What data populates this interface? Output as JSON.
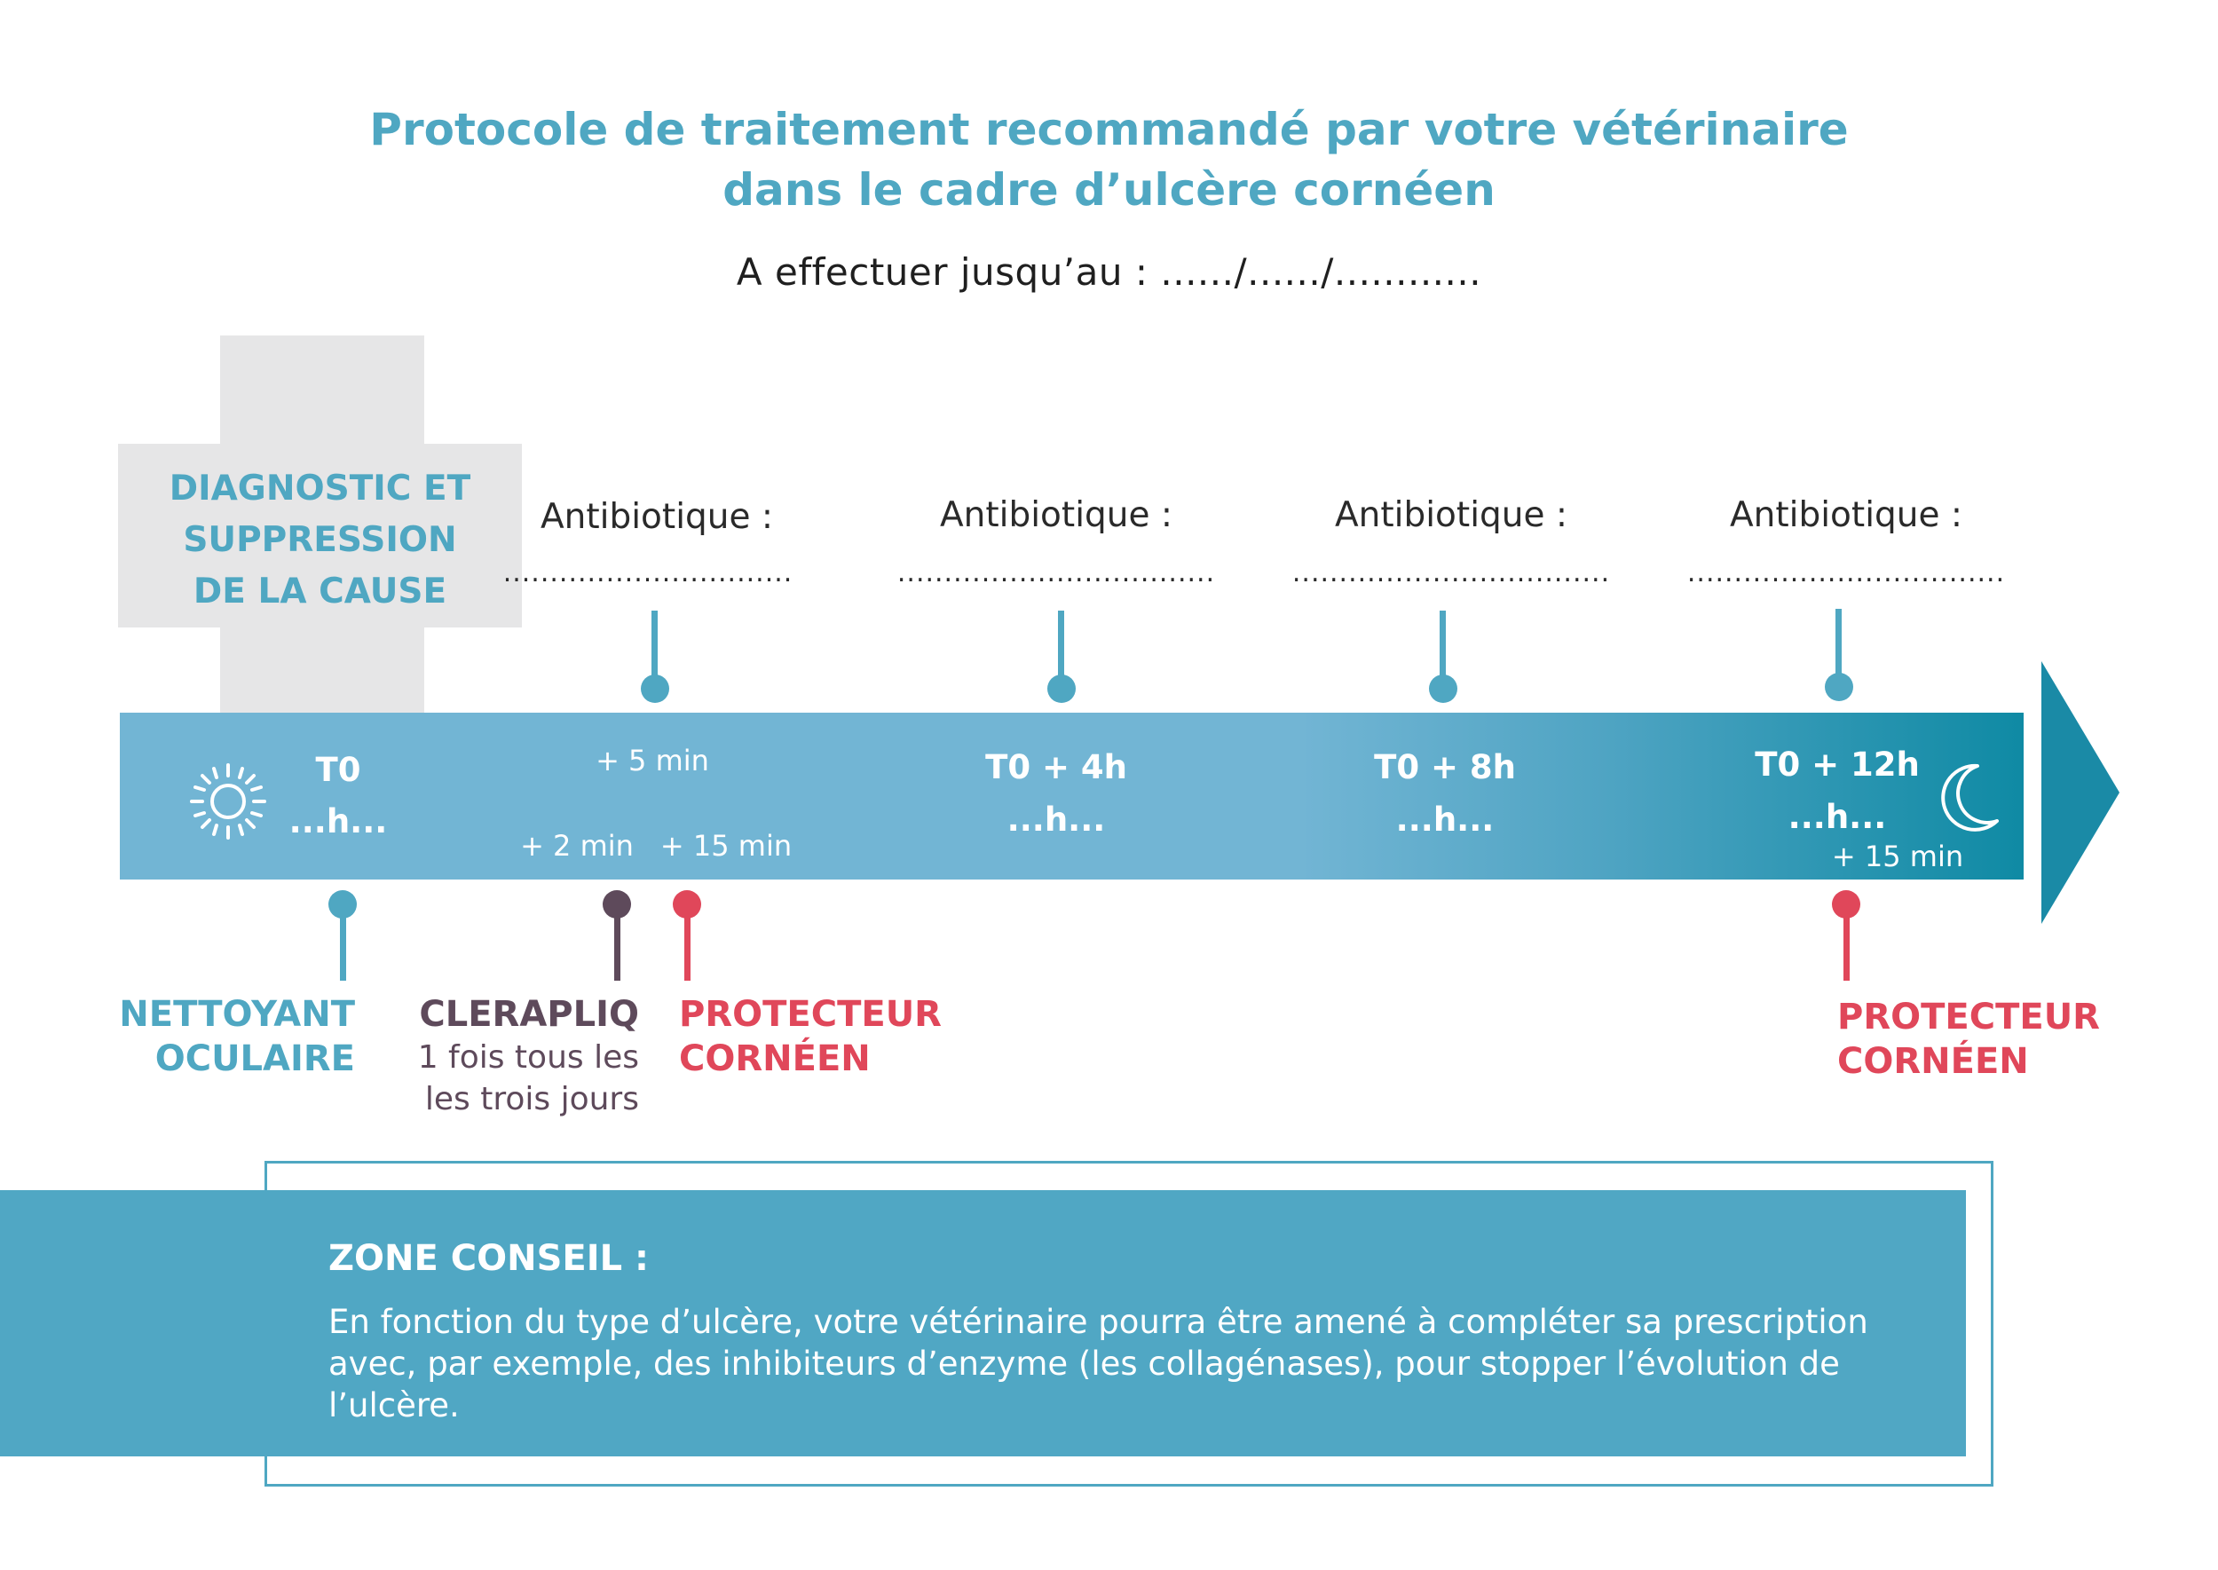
{
  "title": {
    "line1": "Protocole de traitement recommandé par votre vétérinaire",
    "line2": "dans le cadre d’ulcère cornéen"
  },
  "until_label": "A effectuer jusqu’au  : ....../....../............",
  "cross_box": {
    "line1": "DIAGNOSTIC ET",
    "line2": "SUPPRESSION",
    "line3": "DE LA CAUSE"
  },
  "antibiotics": [
    {
      "label": "Antibiotique :",
      "dots": "..............................."
    },
    {
      "label": "Antibiotique :",
      "dots": ".................................."
    },
    {
      "label": "Antibiotique :",
      "dots": ".................................."
    },
    {
      "label": "Antibiotique :",
      "dots": ".................................."
    }
  ],
  "timeline": {
    "t0": {
      "label": "T0",
      "time": "...h..."
    },
    "t4": {
      "label": "T0 + 4h",
      "time": "...h..."
    },
    "t8": {
      "label": "T0 + 8h",
      "time": "...h..."
    },
    "t12": {
      "label": "T0 + 12h",
      "time": "...h..."
    },
    "plus5": "+ 5 min",
    "plus2": "+ 2 min",
    "plus15a": "+ 15 min",
    "plus15b": "+ 15 min"
  },
  "products": {
    "nettoyant": {
      "line1": "NETTOYANT",
      "line2": "OCULAIRE"
    },
    "clerapliq": {
      "name": "CLERAPLIQ",
      "line1": "1 fois tous les",
      "line2": "les trois jours"
    },
    "protecteur1": {
      "line1": "PROTECTEUR",
      "line2": "CORNÉEN"
    },
    "protecteur2": {
      "line1": "PROTECTEUR",
      "line2": "CORNÉEN"
    }
  },
  "zone": {
    "title": "ZONE CONSEIL :",
    "text": "En fonction du type d’ulcère, votre vétérinaire pourra être amené à compléter sa prescription avec, par exemple, des inhibiteurs d’enzyme (les collagénases), pour stopper l’évolution de l’ulcère."
  },
  "colors": {
    "title_blue": "#4fa7c2",
    "bar_light": "#72b5d4",
    "bar_dark": "#0f8aa4",
    "cross_grey": "#e6e6e7",
    "pin_blue": "#4fa7c2",
    "pin_purple": "#5e4a5b",
    "pin_red": "#e0475a",
    "zone_blue": "#50a7c4"
  },
  "icons": [
    "sun-icon",
    "moon-icon",
    "arrow-head-icon"
  ]
}
